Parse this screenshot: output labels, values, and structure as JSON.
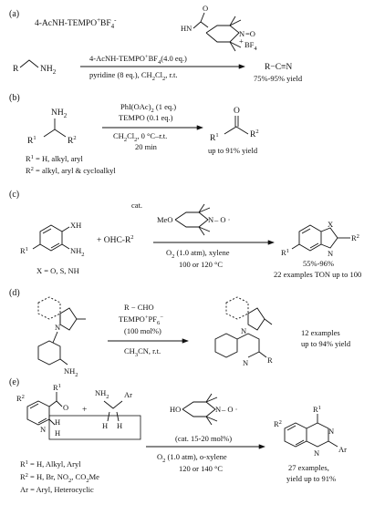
{
  "panels": [
    {
      "label": "(a)",
      "reagent_name": "4-AcNH-TEMPO",
      "reagent_charge": "+",
      "reagent_anion": "BF",
      "reagent_anion_sub": "4",
      "reagent_anion_charge": "-",
      "struct_labels": [
        "O",
        "HN",
        "N",
        "=O",
        "+",
        "BF",
        "4"
      ],
      "substrate": [
        "R",
        "NH",
        "2"
      ],
      "above_arrow": "4-AcNH-TEMPO",
      "above_arrow_tail": "BF",
      "above_arrow_sub": "4",
      "above_arrow_end": "(4.0 eq.)",
      "below_arrow": "pyridine (8 eq.), CH",
      "below_arrow_sub1": "2",
      "below_arrow_mid": "Cl",
      "below_arrow_sub2": "2",
      "below_arrow_end": ", r.t.",
      "product": "R−C≡N",
      "yield": "75%-95% yield"
    },
    {
      "label": "(b)",
      "substrate": [
        "NH",
        "2",
        "R",
        "1",
        "R",
        "2"
      ],
      "above_arrow_1": "PhI(OAc)",
      "above_arrow_1_sub": "2",
      "above_arrow_1_end": " (1 eq.)",
      "above_arrow_2": "TEMPO (0.1 eq.)",
      "below_arrow_1": "CH",
      "below_arrow_1_sub1": "2",
      "below_arrow_1_mid": "Cl",
      "below_arrow_1_sub2": "2",
      "below_arrow_1_end": ", 0 °C–r.t.",
      "below_arrow_2": "20 min",
      "product": [
        "O",
        "R",
        "1",
        "R",
        "2"
      ],
      "yield": "up to 91% yield",
      "note_1": "R",
      "note_1_sup": "1",
      "note_1_end": " = H, alkyl, aryl",
      "note_2": "R",
      "note_2_sup": "2",
      "note_2_end": " = alkyl, aryl & cycloalkyl"
    },
    {
      "label": "(c)",
      "catalyst_prefix": "cat.",
      "catalyst_labels": [
        "MeO",
        "N",
        "– O ·"
      ],
      "substrate": [
        "XH",
        "NH",
        "2",
        "R",
        "1"
      ],
      "plus_reagent": "+  OHC-R",
      "plus_reagent_sup": "2",
      "conditions_1": "O",
      "conditions_1_sub": "2",
      "conditions_1_end": " (1.0 atm), xylene",
      "conditions_2": "100 or 120 °C",
      "x_note": "X = O, S, NH",
      "product_labels": [
        "X",
        "N",
        "R",
        "2",
        "R",
        "1"
      ],
      "yield_1": "55%-96%",
      "yield_2": "22 examples TON up to 100"
    },
    {
      "label": "(d)",
      "substrate_labels": [
        "N",
        "NH",
        "2"
      ],
      "above_arrow_1": "R − CHO",
      "above_arrow_2": "TEMPO",
      "above_arrow_2_sup": "+",
      "above_arrow_2_mid": "PF",
      "above_arrow_2_sub": "6",
      "above_arrow_2_sup2": "−",
      "above_arrow_3": "(100 mol%)",
      "below_arrow": "CH",
      "below_arrow_sub": "3",
      "below_arrow_end": "CN, r.t.",
      "product_labels": [
        "N",
        "N",
        "R"
      ],
      "yield_1": "12 examples",
      "yield_2": "up to 94% yield"
    },
    {
      "label": "(e)",
      "catalyst_labels": [
        "HO",
        "N",
        "– O ·"
      ],
      "substrate_labels": [
        "R",
        "2",
        "R",
        "1",
        "O",
        "N",
        "H",
        "H",
        "H",
        "NH",
        "2",
        "Ar",
        "H",
        "+"
      ],
      "catalyst_loading": "(cat. 15-20 mol%)",
      "conditions_1": "O",
      "conditions_1_sub": "2",
      "conditions_1_end": " (1.0 atm), o-xylene",
      "conditions_2": "120 or 140 °C",
      "product_labels": [
        "R",
        "1",
        "R",
        "2",
        "N",
        "N",
        "Ar"
      ],
      "yield_1": "27 examples,",
      "yield_2": "yield up to 91%",
      "note_1": "R",
      "note_1_sup": "1",
      "note_1_end": " = H, Alkyl, Aryl",
      "note_2": "R",
      "note_2_sup": "2",
      "note_2_end": " = H, Br, NO",
      "note_2_sub": "2",
      "note_2_tail": ", CO",
      "note_2_sub2": "2",
      "note_2_tail2": "Me",
      "note_3": "Ar = Aryl, Heterocyclic"
    }
  ]
}
